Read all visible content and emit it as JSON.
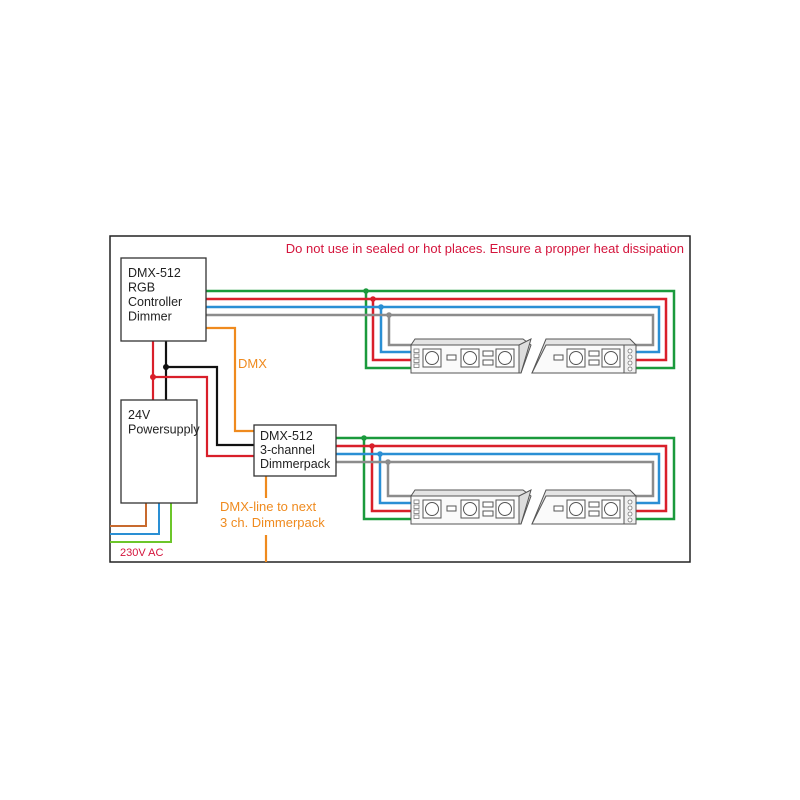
{
  "diagram": {
    "warning": "Do not use in sealed or hot places. Ensure a propper heat dissipation",
    "controller": {
      "lines": [
        "DMX-512",
        "RGB",
        "Controller",
        "Dimmer"
      ]
    },
    "powersupply": {
      "lines": [
        "24V",
        "Powersupply"
      ]
    },
    "dimmerpack": {
      "lines": [
        "DMX-512",
        "3-channel",
        "Dimmerpack"
      ]
    },
    "dmx_label": "DMX",
    "dmx_next": {
      "lines": [
        "DMX-line to next",
        "3 ch. Dimmerpack"
      ]
    },
    "ac_label": "230V AC",
    "colors": {
      "green": "#1a9a3c",
      "red": "#d91f2a",
      "blue": "#2a8fd4",
      "gray": "#8c8c8c",
      "orange": "#ef8a1e",
      "black": "#111111",
      "brown": "#c86a2e",
      "lightgreen": "#6cc62a",
      "warning": "#d4143c"
    },
    "led_strips": [
      {
        "row": 1,
        "modules": 2
      },
      {
        "row": 2,
        "modules": 2
      }
    ]
  }
}
